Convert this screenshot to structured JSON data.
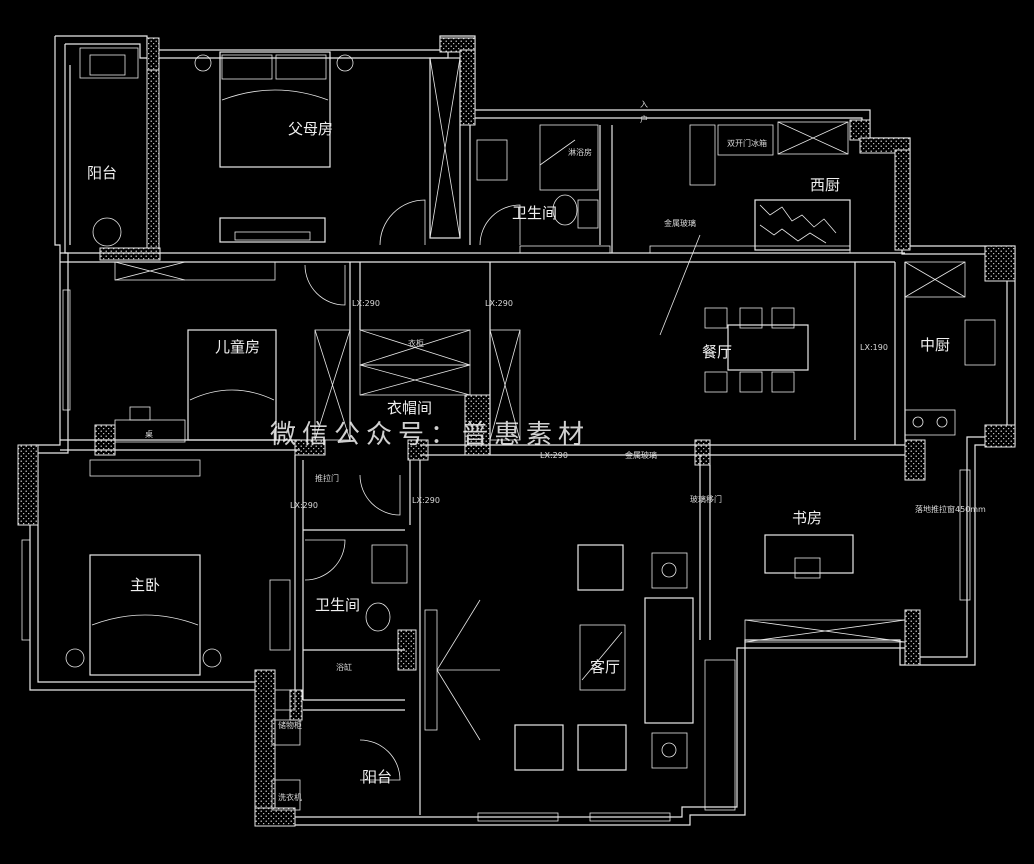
{
  "rooms": {
    "parents_room": "父母房",
    "balcony_north": "阳台",
    "bath_upper": "卫生间",
    "shower_room": "淋浴房",
    "western_kitchen": "西厨",
    "children_room": "儿童房",
    "dining": "餐厅",
    "chinese_kitchen": "中厨",
    "closet": "衣帽间",
    "master_bedroom": "主卧",
    "bath_lower": "卫生间",
    "living_room": "客厅",
    "study": "书房",
    "balcony_south": "阳台"
  },
  "labels": {
    "entry_top": "入",
    "entry_bottom": "户",
    "fridge": "双开门冰箱",
    "glass_door": "金属玻璃",
    "glass_door_bottom": "金属玻璃",
    "lx_290_a": "LX:290",
    "lx_290_b": "LX:290",
    "lx_290_c": "LX:290",
    "lx_290_d": "LX:290",
    "lx_290_e": "LX:290",
    "lx_190": "LX:190",
    "wardrobe": "衣柜",
    "bathtub": "浴缸",
    "study_door": "玻璃移门",
    "closet_door": "推拉门",
    "balcony_cabinet": "储物柜",
    "washing_machine": "洗衣机",
    "desk": "桌",
    "side_note": "落地推拉窗450mm"
  },
  "watermark": "微信公众号：普惠素材"
}
